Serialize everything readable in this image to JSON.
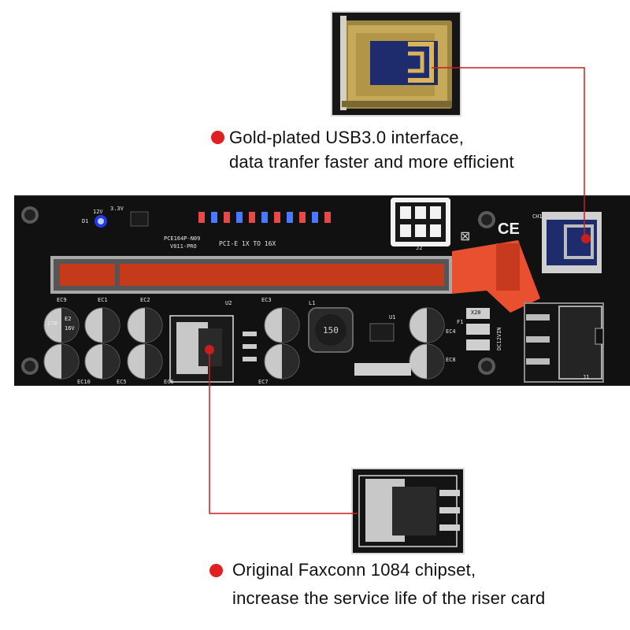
{
  "callouts": {
    "usb": {
      "line1": "Gold-plated USB3.0 interface,",
      "line2": "data tranfer faster and more efficient"
    },
    "chip": {
      "line1": "Original Faxconn 1084 chipset,",
      "line2": "increase the service life of the riser card"
    }
  },
  "board": {
    "model": "PCE164P-N09",
    "version": "V011-PRO",
    "slot_label": "PCI-E 1X TO 16X",
    "voltage_12": "12V",
    "voltage_33": "3.3V",
    "ref_j1": "J1",
    "ref_j2": "J2",
    "ref_u1": "U1",
    "ref_u2": "U2",
    "ref_l1": "L1",
    "ref_ch1": "CH1",
    "ref_d1": "D1",
    "ref_f1": "F1",
    "dc_label": "DC12VIN",
    "inductor_code": "150",
    "fuse_code": "X20",
    "ce_mark": "CE",
    "cap_labels": [
      "EC9",
      "EC1",
      "EC2",
      "EC3",
      "EC4",
      "EC10",
      "EC5",
      "EC6",
      "EC7",
      "EC8"
    ],
    "cap_value": "270",
    "cap_code": "E2",
    "cap_voltage": "16V"
  },
  "colors": {
    "accent_red": "#e02020",
    "leader_red": "#c81e1e",
    "pcb": "#111111",
    "connector_red": "#e85030",
    "gold": "#b89a46"
  }
}
